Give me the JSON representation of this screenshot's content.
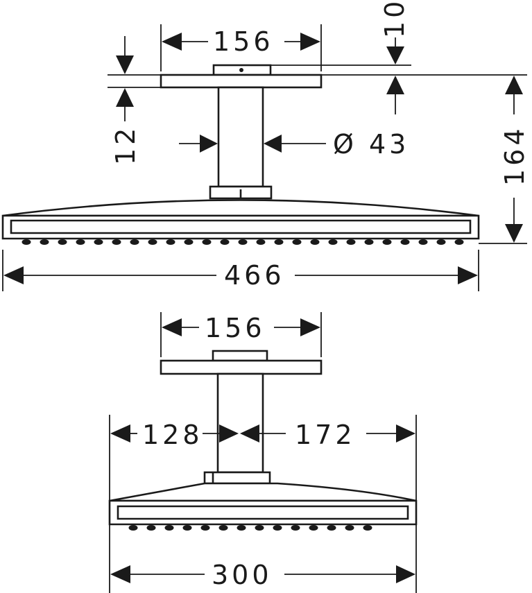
{
  "views": {
    "front": {
      "flange_width": "156",
      "flange_thickness": "12",
      "collar_height": "10",
      "pipe_diameter": "Ø 43",
      "total_height": "164",
      "head_width": "466"
    },
    "side": {
      "flange_width": "156",
      "offset_left": "128",
      "offset_right": "172",
      "head_depth": "300"
    }
  }
}
